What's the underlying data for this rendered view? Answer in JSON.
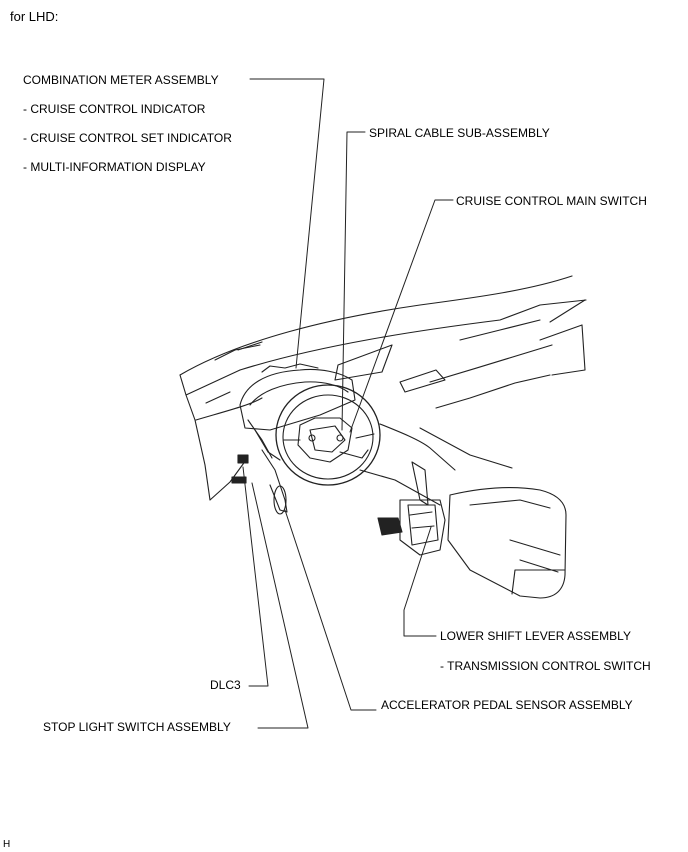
{
  "title": "for LHD:",
  "figure_id": "H",
  "labels": {
    "combination_meter": "COMBINATION METER ASSEMBLY",
    "cruise_control_indicator": "- CRUISE CONTROL INDICATOR",
    "cruise_control_set_indicator": "- CRUISE CONTROL SET INDICATOR",
    "multi_information_display": "- MULTI-INFORMATION DISPLAY",
    "spiral_cable": "SPIRAL CABLE SUB-ASSEMBLY",
    "cruise_main_switch": "CRUISE CONTROL MAIN SWITCH",
    "lower_shift_lever": "LOWER SHIFT LEVER ASSEMBLY",
    "transmission_control_switch": "- TRANSMISSION CONTROL SWITCH",
    "dlc3": "DLC3",
    "accelerator_pedal": "ACCELERATOR PEDAL SENSOR ASSEMBLY",
    "stop_light_switch": "STOP LIGHT SWITCH ASSEMBLY"
  }
}
